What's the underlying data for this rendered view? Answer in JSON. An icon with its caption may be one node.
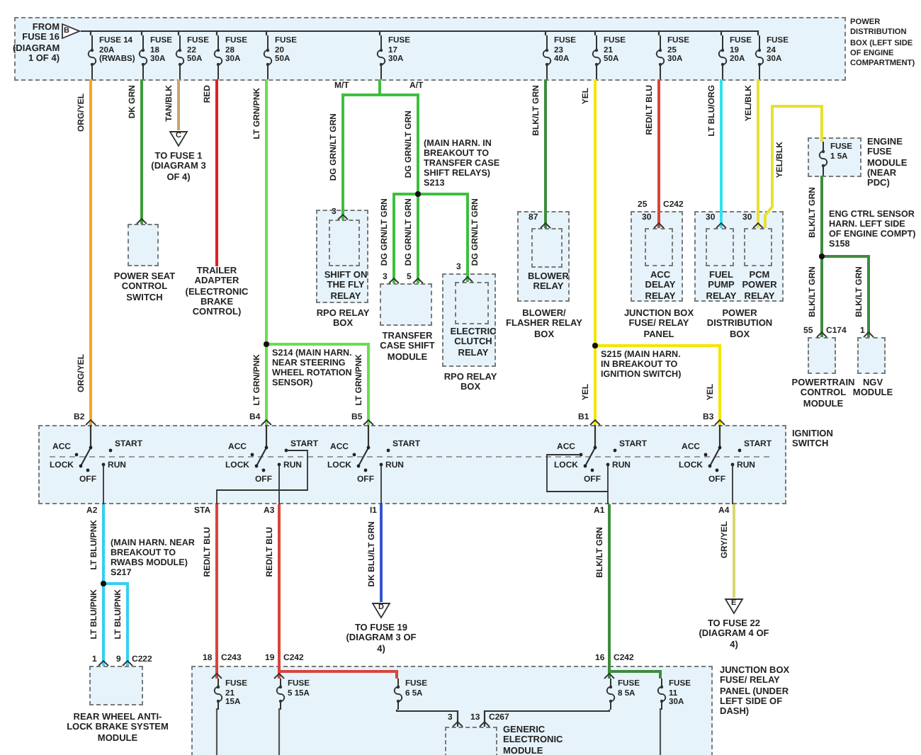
{
  "diagram": {
    "nodes": [
      {
        "text": [
          "POWER DISTRIBUTION BOX (LEFT SIDE OF ENGINE COMPARTMENT)"
        ]
      },
      {
        "text": [
          "B"
        ],
        "beside": [
          "FROM FUSE 16 (DIAGRAM 1 OF 4)"
        ],
        "in": 0
      },
      {
        "text": [
          "FUSE 14 20A (RWABS)"
        ],
        "in": 0
      },
      {
        "text": [
          "FUSE 18 30A"
        ],
        "in": 0
      },
      {
        "text": [
          "FUSE 22 50A"
        ],
        "in": 0
      },
      {
        "text": [
          "FUSE 28 30A"
        ],
        "in": 0
      },
      {
        "text": [
          "FUSE 20 50A"
        ],
        "in": 0
      },
      {
        "text": [
          "FUSE 17 30A"
        ],
        "in": 0
      },
      {
        "text": [
          "FUSE 23 40A"
        ],
        "in": 0
      },
      {
        "text": [
          "FUSE 21 50A"
        ],
        "in": 0
      },
      {
        "text": [
          "FUSE 25 30A"
        ],
        "in": 0
      },
      {
        "text": [
          "FUSE 19 20A"
        ],
        "in": 0
      },
      {
        "text": [
          "FUSE 24 30A"
        ],
        "in": 0
      },
      {
        "text": [
          "C"
        ],
        "beside": [
          "TO FUSE 1 (DIAGRAM 3 OF 4)"
        ]
      },
      {
        "text": [
          "POWER SEAT CONTROL SWITCH"
        ]
      },
      {
        "text": [
          "TRAILER ADAPTER (ELECTRONIC BRAKE CONTROL)"
        ]
      },
      {
        "text": [
          "RPO RELAY BOX"
        ]
      },
      {
        "text": [
          "SHIFT ON THE FLY RELAY"
        ],
        "in": 16
      },
      {
        "text": [
          "TRANSFER CASE SHIFT MODULE"
        ]
      },
      {
        "text": [
          "RPO RELAY BOX"
        ]
      },
      {
        "text": [
          "ELECTRIC CLUTCH RELAY"
        ],
        "in": 19
      },
      {
        "text": [
          "BLOWER/ FLASHER RELAY BOX"
        ]
      },
      {
        "text": [
          "BLOWER RELAY"
        ],
        "in": 21
      },
      {
        "text": [
          "JUNCTION BOX FUSE/ RELAY PANEL"
        ]
      },
      {
        "text": [
          "ACC DELAY RELAY"
        ],
        "in": 23
      },
      {
        "text": [
          "POWER DISTRIBUTION BOX"
        ]
      },
      {
        "text": [
          "FUEL PUMP RELAY"
        ],
        "in": 25
      },
      {
        "text": [
          "PCM POWER RELAY"
        ],
        "in": 25
      },
      {
        "text": [
          "ENGINE FUSE MODULE (NEAR PDC)"
        ]
      },
      {
        "text": [
          "FUSE 1 5A"
        ],
        "in": 28
      },
      {
        "text": [
          "POWERTRAIN CONTROL MODULE"
        ]
      },
      {
        "text": [
          "NGV MODULE"
        ]
      },
      {
        "text": [
          "IGNITION SWITCH"
        ]
      },
      {
        "text": [
          "REAR WHEEL ANTI-LOCK BRAKE SYSTEM MODULE"
        ]
      },
      {
        "text": [
          "D"
        ],
        "beside": [
          "TO FUSE 19 (DIAGRAM 3 OF 4)"
        ]
      },
      {
        "text": [
          "E"
        ],
        "beside": [
          "TO FUSE 22 (DIAGRAM 4 OF 4)"
        ]
      },
      {
        "text": [
          "JUNCTION BOX FUSE/ RELAY PANEL (UNDER LEFT SIDE OF DASH)"
        ]
      },
      {
        "text": [
          "FUSE 21 15A"
        ],
        "in": 36
      },
      {
        "text": [
          "FUSE 5 15A"
        ],
        "in": 36
      },
      {
        "text": [
          "FUSE 6 5A"
        ],
        "in": 36
      },
      {
        "text": [
          "FUSE 8 5A"
        ],
        "in": 36
      },
      {
        "text": [
          "FUSE 11 30A"
        ],
        "in": 36
      },
      {
        "text": [
          "GENERIC ELECTRONIC MODULE"
        ],
        "in": 36
      }
    ],
    "edges": [
      {
        "from": 1,
        "to": 2,
        "arrow": "none",
        "color": "#333333"
      },
      {
        "from": 1,
        "to": 3,
        "arrow": "none",
        "color": "#333333"
      },
      {
        "from": 1,
        "to": 4,
        "arrow": "none",
        "color": "#333333"
      },
      {
        "from": 1,
        "to": 5,
        "arrow": "none",
        "color": "#333333"
      },
      {
        "from": 1,
        "to": 6,
        "arrow": "none",
        "color": "#333333"
      },
      {
        "from": 1,
        "to": 7,
        "arrow": "none",
        "color": "#333333"
      },
      {
        "from": 1,
        "to": 8,
        "arrow": "none",
        "color": "#333333"
      },
      {
        "from": 1,
        "to": 9,
        "arrow": "none",
        "color": "#333333"
      },
      {
        "from": 1,
        "to": 10,
        "arrow": "none",
        "color": "#333333"
      },
      {
        "from": 1,
        "to": 11,
        "arrow": "none",
        "color": "#333333"
      },
      {
        "from": 1,
        "to": 12,
        "arrow": "none",
        "color": "#333333"
      },
      {
        "from": 2,
        "to": 32,
        "arrow": "other",
        "label": "ORG/YEL",
        "color": "#f5a623"
      },
      {
        "from": 3,
        "to": 14,
        "arrow": "other",
        "label": "DK GRN",
        "color": "#3a9d3a"
      },
      {
        "from": 4,
        "to": 13,
        "arrow": "none",
        "label": "TAN/BLK",
        "color": "#c9a46b"
      },
      {
        "from": 5,
        "to": 15,
        "arrow": "none",
        "label": "RED",
        "color": "#e02020"
      },
      {
        "from": 6,
        "to": 32,
        "arrow": "other",
        "label": "LT GRN/PNK",
        "color": "#66e04a"
      },
      {
        "from": 6,
        "to": 32,
        "arrow": "other",
        "label": "LT GRN/PNK",
        "color": "#66e04a"
      },
      {
        "from": 7,
        "to": 17,
        "arrow": "other",
        "label": "DG GRN/LT GRN",
        "color": "#3fbf3f"
      },
      {
        "from": 7,
        "to": 18,
        "arrow": "other",
        "label": "DG GRN/LT GRN",
        "color": "#3fbf3f"
      },
      {
        "from": 7,
        "to": 18,
        "arrow": "other",
        "label": "DG GRN/LT GRN",
        "color": "#3fbf3f"
      },
      {
        "from": 7,
        "to": 20,
        "arrow": "other",
        "label": "DG GRN/LT GRN",
        "color": "#3fbf3f"
      },
      {
        "from": 8,
        "to": 22,
        "arrow": "other",
        "label": "BLK/LT GRN",
        "color": "#3d8c3d"
      },
      {
        "from": 9,
        "to": 32,
        "arrow": "other",
        "label": "YEL",
        "color": "#f2e600"
      },
      {
        "from": 9,
        "to": 32,
        "arrow": "other",
        "label": "YEL",
        "color": "#f2e600"
      },
      {
        "from": 10,
        "to": 24,
        "arrow": "other",
        "label": "RED/LT BLU",
        "color": "#d9443a"
      },
      {
        "from": 11,
        "to": 26,
        "arrow": "other",
        "label": "LT BLU/ORG",
        "color": "#33e0f0"
      },
      {
        "from": 12,
        "to": 27,
        "arrow": "other",
        "label": "YEL/BLK",
        "color": "#e8e030"
      },
      {
        "from": 27,
        "to": 29,
        "arrow": "none",
        "label": "YEL/BLK",
        "color": "#e8e030"
      },
      {
        "from": 29,
        "to": 30,
        "arrow": "other",
        "label": "BLK/LT GRN",
        "color": "#3d8c3d"
      },
      {
        "from": 29,
        "to": 31,
        "arrow": "other",
        "label": "BLK/LT GRN",
        "color": "#3d8c3d"
      },
      {
        "from": 32,
        "to": 33,
        "arrow": "other",
        "label": "LT BLU/PNK",
        "color": "#33d0f0"
      },
      {
        "from": 32,
        "to": 33,
        "arrow": "other",
        "label": "LT BLU/PNK",
        "color": "#33d0f0"
      },
      {
        "from": 32,
        "to": 37,
        "arrow": "other",
        "label": "RED/LT BLU",
        "color": "#d9443a"
      },
      {
        "from": 32,
        "to": 38,
        "arrow": "other",
        "label": "RED/LT BLU",
        "color": "#d9443a"
      },
      {
        "from": 32,
        "to": 39,
        "arrow": "none",
        "color": "#d9443a"
      },
      {
        "from": 32,
        "to": 34,
        "arrow": "none",
        "label": "DK BLU/LT GRN",
        "color": "#3355cc"
      },
      {
        "from": 32,
        "to": 40,
        "arrow": "other",
        "label": "BLK/LT GRN",
        "color": "#3d8c3d"
      },
      {
        "from": 32,
        "to": 41,
        "arrow": "none",
        "color": "#3d8c3d"
      },
      {
        "from": 32,
        "to": 35,
        "arrow": "none",
        "label": "GRY/YEL",
        "color": "#d8d870"
      },
      {
        "from": 39,
        "to": 42,
        "arrow": "other",
        "color": "#333333"
      },
      {
        "from": 40,
        "to": 42,
        "arrow": "other",
        "color": "#333333"
      }
    ],
    "labels": [
      "M/T",
      "A/T",
      "DG GRN/LT GRN",
      "(MAIN HARN. IN BREAKOUT TO TRANSFER CASE SHIFT RELAYS) S213",
      "YEL",
      "BLK/LT GRN",
      "ENG CTRL SENSOR HARN. LEFT SIDE OF ENGINE COMPT) S158",
      "3",
      "87",
      "25",
      "C242",
      "30",
      "30",
      "30",
      "3",
      "5",
      "3",
      "S214 (MAIN HARN. NEAR STEERING WHEEL ROTATION SENSOR)",
      "S215 (MAIN HARN. IN BREAKOUT TO IGNITION SWITCH)",
      "55",
      "C174",
      "1",
      "ORG/YEL",
      "LT GRN/PNK",
      "B2",
      "B4",
      "B5",
      "B1",
      "B3",
      "ACC",
      "START",
      "LOCK",
      "RUN",
      "OFF",
      "ACC",
      "START",
      "LOCK",
      "RUN",
      "OFF",
      "ACC",
      "START",
      "LOCK",
      "RUN",
      "OFF",
      "ACC",
      "START",
      "LOCK",
      "RUN",
      "OFF",
      "ACC",
      "START",
      "LOCK",
      "RUN",
      "OFF",
      "A2",
      "STA",
      "A3",
      "I1",
      "A1",
      "A4",
      "LT BLU/PNK",
      "(MAIN HARN. NEAR BREAKOUT TO RWABS MODULE) S217",
      "1",
      "9",
      "C222",
      "18",
      "C243",
      "19",
      "C242",
      "16",
      "C242",
      "3",
      "13",
      "C267"
    ]
  }
}
